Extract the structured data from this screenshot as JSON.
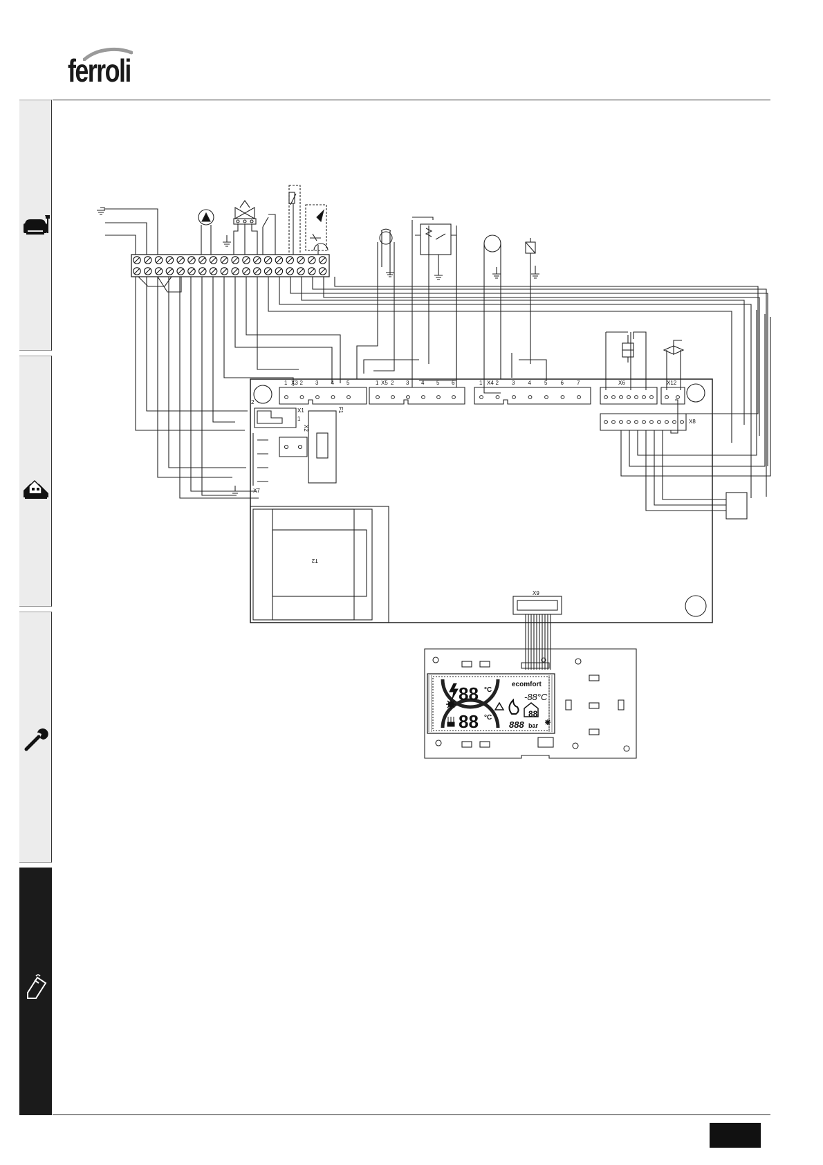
{
  "header": {
    "brand": "ferroli"
  },
  "connectors": {
    "x1": {
      "label": "X1",
      "pin_labels": [
        "2",
        "1"
      ]
    },
    "x2": {
      "label": "X2"
    },
    "x3": {
      "label": "X3",
      "pin_labels": [
        "1",
        "2",
        "3",
        "4",
        "5"
      ]
    },
    "x4": {
      "label": "X4",
      "pin_labels": [
        "1",
        "2",
        "3",
        "4",
        "5",
        "6",
        "7"
      ]
    },
    "x5": {
      "label": "X5",
      "pin_labels": [
        "1",
        "2",
        "3",
        "4",
        "5",
        "6"
      ]
    },
    "x6": {
      "label": "X6"
    },
    "x7": {
      "label": "X7"
    },
    "x8": {
      "label": "X8"
    },
    "x9": {
      "label": "X9"
    },
    "x12": {
      "label": "X12"
    },
    "f1": {
      "label": "F1"
    },
    "t2": {
      "label": "T2"
    }
  },
  "display": {
    "digits_top": "88",
    "digits_bottom": "88",
    "unit": "°C",
    "brand": "ecomfort",
    "small_temp": "-88°C",
    "pressure_digits": "888",
    "pressure_unit": "bar",
    "house_digits": "88"
  },
  "sidebar": {
    "tabs": [
      {
        "icon": "armchair-icon",
        "active": false
      },
      {
        "icon": "house-icon",
        "active": false
      },
      {
        "icon": "wrench-icon",
        "active": false
      },
      {
        "icon": "clipboard-icon",
        "active": true
      }
    ]
  }
}
